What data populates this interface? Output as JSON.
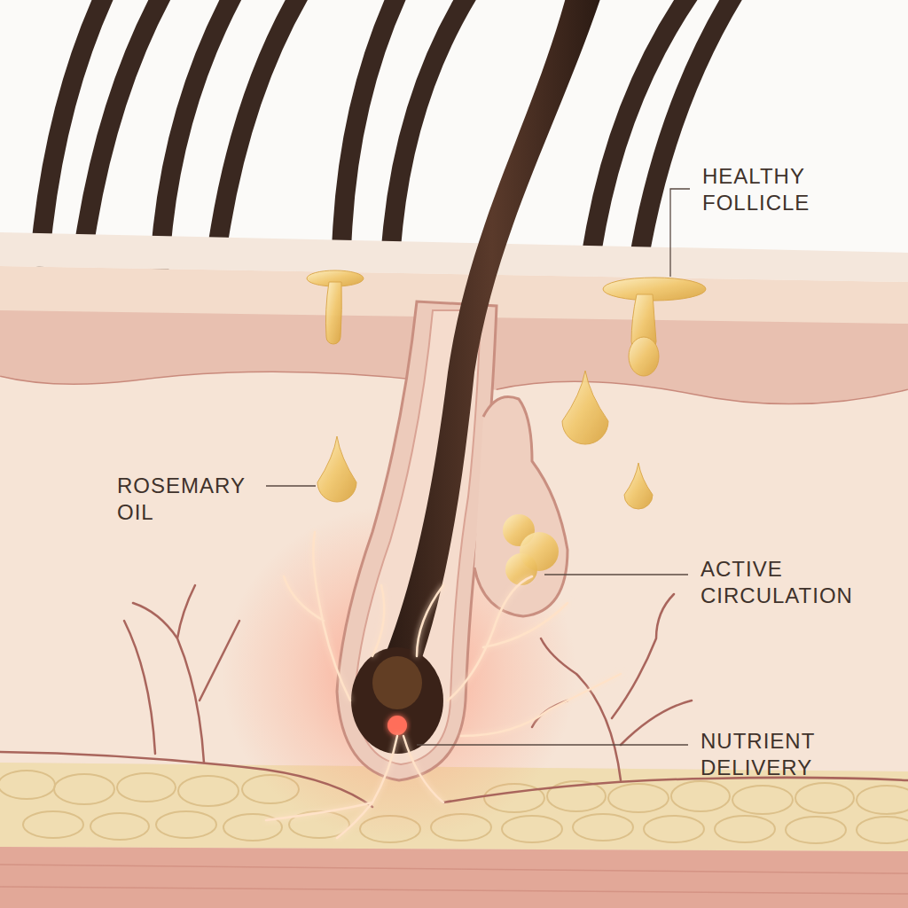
{
  "diagram": {
    "labels": [
      "HEALTHY FOLLICLE",
      "ROSEMARY OIL",
      "ACTIVE CIRCULATION",
      "NUTRIENT DELIVERY"
    ]
  }
}
